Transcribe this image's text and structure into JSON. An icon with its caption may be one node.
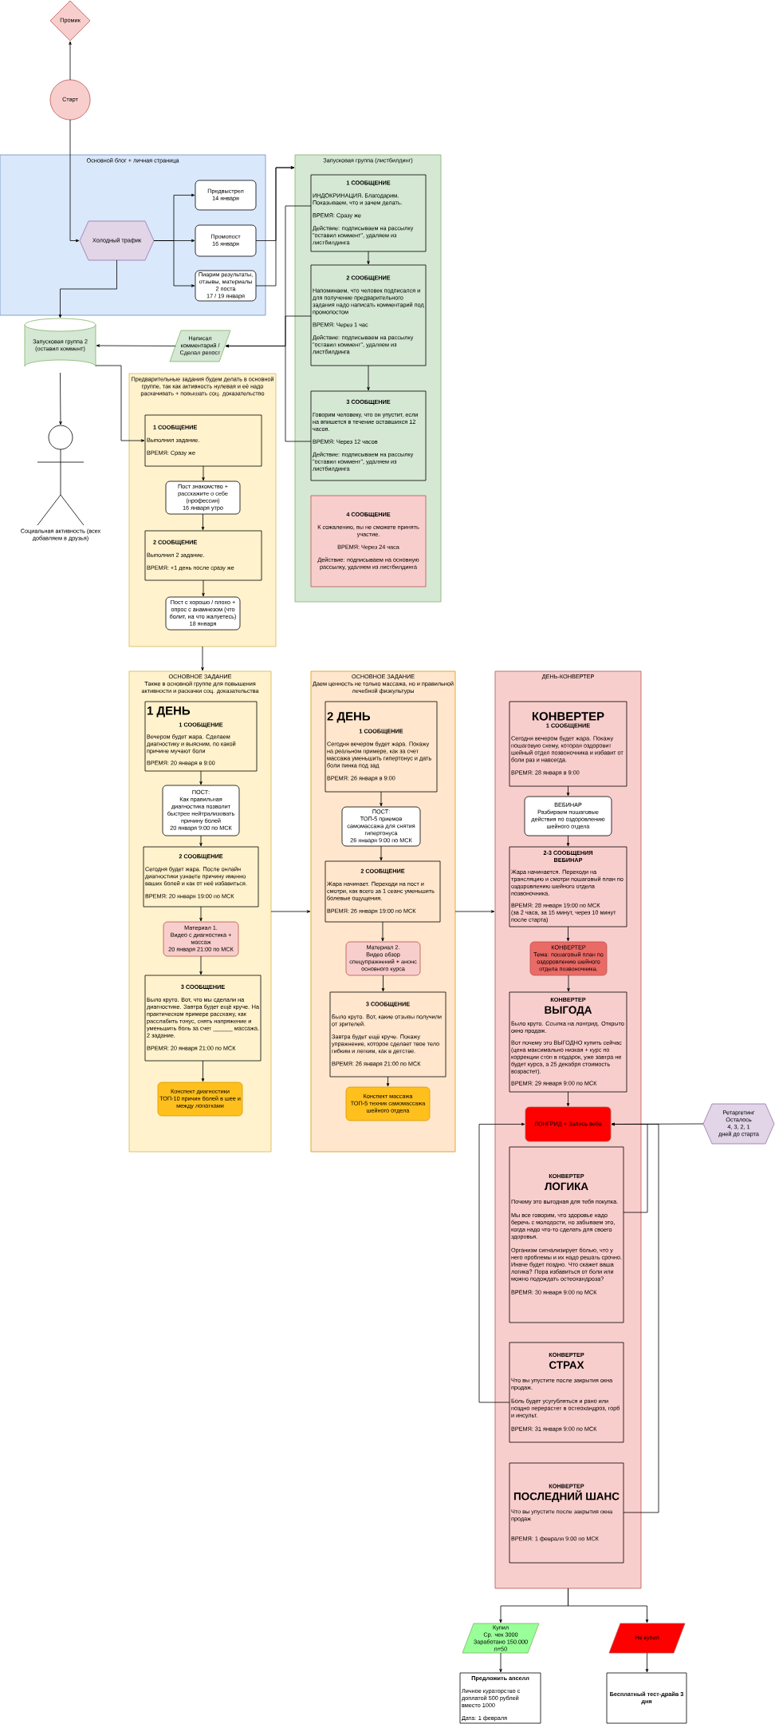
{
  "diagram": {
    "nodes": [
      {
        "text": [
          "Промик"
        ]
      },
      {
        "text": [
          "Старт"
        ]
      },
      {
        "text": [
          "Основной блог + личная страница"
        ]
      },
      {
        "text": [
          "Холодный трафик"
        ],
        "in": 2
      },
      {
        "text": [
          "Предвыстрел",
          "14 января"
        ],
        "in": 2
      },
      {
        "text": [
          "Промопост",
          "16 января"
        ],
        "in": 2
      },
      {
        "text": [
          "Пиарим результаты, отзывы, материалы",
          "2 поста",
          "17 / 19 января"
        ],
        "in": 2
      },
      {
        "text": [
          "Запусковая группа (листбилдинг)"
        ]
      },
      {
        "text": [
          "1 СООБЩЕНИЕ",
          "ИНДОКРИНАЦИЯ. Благодарим. Показываем, что и зачем делать.",
          "ВРЕМЯ: Сразу же",
          "Действие: подписываем на рассылку \"оставил коммент\", удаляем из листбилдинга"
        ],
        "in": 7
      },
      {
        "text": [
          "2 СООБЩЕНИЕ",
          "Напоминаем, что человек подписался и для получение предварительного задания надо написать комментарий под промопостом",
          "ВРЕМЯ: Через 1 час",
          "Действие: подписываем на рассылку \"оставил коммент\", удаляем из листбилдинга"
        ],
        "in": 7
      },
      {
        "text": [
          "3 СООБЩЕНИЕ",
          "Говорим человеку, что он упустит, если на впишется в течение оставшихся 12 часов.",
          "ВРЕМЯ: Через 12 часов",
          "Действие: подписываем на рассылку \"оставил коммент\", удаляем из листбилдинга"
        ],
        "in": 7
      },
      {
        "text": [
          "4 СООБЩЕНИЕ",
          "К сожалению, вы не сможете принять участие.",
          "ВРЕМЯ: Через 24 часа",
          "Действие: подписываем на основную рассылку, удаляем из листбилдинга"
        ],
        "in": 7
      },
      {
        "text": [
          "Запусковая группа 2 (оставил коммент)"
        ]
      },
      {
        "text": [
          "Написал комментарий / Сделал репост"
        ]
      },
      {
        "text": [
          "Социальная активность (всех добавляем в друзья)"
        ]
      },
      {
        "text": [
          "Предварительные задания будем делать в основной группе, так как активность нулевая и её надо раскачивать + повышать соц. доказательство"
        ]
      },
      {
        "text": [
          "1 СООБЩЕНИЕ",
          "Выполнил задание.",
          "ВРЕМЯ: Сразу же"
        ],
        "in": 15
      },
      {
        "text": [
          "Пост знакомство + расскажите о себе (профессия)",
          "16 января утро"
        ],
        "in": 15
      },
      {
        "text": [
          "2 СООБЩЕНИЕ",
          "Выполнил 2 задание.",
          "ВРЕМЯ: +1 день после сразу же"
        ],
        "in": 15
      },
      {
        "text": [
          "Пост с хорошо / плохо + опрос с анамнезом (что болит, на что жалуетесь)",
          "18 января"
        ],
        "in": 15
      },
      {
        "text": [
          "ОСНОВНОЕ ЗАДАНИЕ",
          "Также в основной группе для повышения активности и раскачки соц. доказательства"
        ]
      },
      {
        "text": [
          "1 ДЕНЬ",
          "1 СООБЩЕНИЕ",
          "Вечером будет жара. Сделаем диагностику и выясним, по какой причине мучают боли",
          "ВРЕМЯ: 20 января в 9:00"
        ],
        "in": 20
      },
      {
        "text": [
          "ПОСТ:",
          "Как правильная диагностика позволит быстрее нейтрализовать причину болей",
          "20 января 9:00 по МСК"
        ],
        "in": 20
      },
      {
        "text": [
          "2 СООБЩЕНИЕ",
          "Сегодня будет жара. После онлайн диагностики узнаете причину именно ваших болей и как от неё избавиться.",
          "ВРЕМЯ: 20 января 19:00 по МСК"
        ],
        "in": 20
      },
      {
        "text": [
          "Материал 1.",
          "Видео с диагностика + массаж",
          "20 января 21:00 по МСК"
        ],
        "in": 20
      },
      {
        "text": [
          "3 СООБЩЕНИЕ",
          "Было круто. Вот, что мы сделали на диагностике. Завтра будет ещё круче. На практическом примере расскажу, как расслабить тонус, снять напряжение и уменьшить боль за счет ______ массажа. 2 задание.",
          "ВРЕМЯ: 20 января 21:00 по МСК"
        ],
        "in": 20
      },
      {
        "text": [
          "Конспект диагностики",
          "ТОП-10 причин болей в шее и между лопатками"
        ],
        "in": 20
      },
      {
        "text": [
          "ОСНОВНОЕ ЗАДАНИЕ",
          "Даем ценность не только массажа, но и правильной лечебной физкультуры"
        ]
      },
      {
        "text": [
          "2 ДЕНЬ",
          "1 СООБЩЕНИЕ",
          "Сегодня вечером будет жара. Покажу на реальном примере, как за счет массажа уменьшить гипертонус и дать боли пинка под зад",
          "ВРЕМЯ: 26 января в 9:00"
        ],
        "in": 27
      },
      {
        "text": [
          "ПОСТ:",
          "ТОП-5 приемов самомассажа для снятия гипертонуса",
          "26 января 9:00 по МСК"
        ],
        "in": 27
      },
      {
        "text": [
          "2 СООБЩЕНИЕ",
          "Жара начинает. Переходи на пост и смотри, как всего за 1 сеанс уменьшить болевые ощущения.",
          "ВРЕМЯ: 26 января 19:00 по МСК"
        ],
        "in": 27
      },
      {
        "text": [
          "Материал 2.",
          "Видео обзор спецупражнений + анонс основного курса"
        ],
        "in": 27
      },
      {
        "text": [
          "3 СООБЩЕНИЕ",
          "Было круто. Вот, какие отзывы получили от зрителей.",
          "Завтра будет ещё круче. Покажу упражнение, которое сделает твое тело гибким и легким, как в детстве.",
          "ВРЕМЯ: 26 января 21:00 по МСК"
        ],
        "in": 27
      },
      {
        "text": [
          "Конспект массажа",
          "ТОП-5 техник самомассажа шейного отдела"
        ],
        "in": 27
      },
      {
        "text": [
          "ДЕНЬ-КОНВЕРТЕР"
        ]
      },
      {
        "text": [
          "КОНВЕРТЕР",
          "1 СООБЩЕНИЕ",
          "Сегодня вечером будет жара. Покажу пошаговую схему, которая оздоровит шейный отдел позвоночника и избавит от боли раз и навсегда.",
          "ВРЕМЯ: 28 января в 9:00"
        ],
        "in": 34
      },
      {
        "text": [
          "ВЕБИНАР",
          "Разбираем пошаговые действия по оздоровлению шейного отдела"
        ],
        "in": 34
      },
      {
        "text": [
          "2-3 СООБЩЕНИЯ",
          "ВЕБИНАР",
          "Жара начинается. Переходи на трансляцию и смотри пошаговый план по оздоровлению шейного отдела позвоночника.",
          "ВРЕМЯ: 28 января 19:00 по МСК",
          "(за 2 часа, за 15 минут, через 10 минут после старта)"
        ],
        "in": 34
      },
      {
        "text": [
          "КОНВЕРТЕР",
          "Тема: пошаговый план по оздоровлению шейного отдела позвоночника."
        ],
        "in": 34
      },
      {
        "text": [
          "КОНВЕРТЕР",
          "ВЫГОДА",
          "Было круто. Ссылка на лонгрид. Открыто окно продаж.",
          "Вот почему это ВЫГОДНО купить сейчас (цена максимально низкая + курс по коррекции стоп в подарок, уже завтра не будет курса, а 25 декабря стоимость возрастет).",
          "ВРЕМЯ: 29 января 9:00 по МСК"
        ],
        "in": 34
      },
      {
        "text": [
          "ЛОНГРИД + Запись веба"
        ],
        "in": 34
      },
      {
        "text": [
          "КОНВЕРТЕР",
          "ЛОГИКА",
          "Почему это выгодная для тебя покупка.",
          "Мы все говорим, что здоровье надо беречь с молодости, но забываем это, когда надо что-то сделать для своего здоровья.",
          "Организм сигнализирует болью, что у него проблемы и их надо решать срочно. Иначе будет поздно. Что скажет ваша логика? Пора избавиться от боли или можно подождать остеохандроза?",
          "ВРЕМЯ: 30 января 9:00 по МСК"
        ],
        "in": 34
      },
      {
        "text": [
          "КОНВЕРТЕР",
          "СТРАХ",
          "Что вы упустите после закрытия окна продаж.",
          "Боль будет усугубляться и рано или поздно перерастет в остеохандроз, горб и инсульт.",
          "ВРЕМЯ: 31 января 9:00 по МСК"
        ],
        "in": 34
      },
      {
        "text": [
          "КОНВЕРТЕР",
          "ПОСЛЕДНИЙ ШАНС",
          "Что вы упустите после закрытия окна продаж",
          "ВРЕМЯ: 1 февраля 9:00 по МСК"
        ],
        "in": 34
      },
      {
        "text": [
          "Ретаргетинг",
          "Осталось",
          "4, 3, 2, 1",
          "дней до старта"
        ]
      },
      {
        "text": [
          "Купил",
          "Ср. чек 3000",
          "Заработано 150.000",
          "n=50"
        ]
      },
      {
        "text": [
          "Не купил"
        ]
      },
      {
        "text": [
          "Предложить апселл",
          "Личное кураторство с доплатой 500 рублей вместо 1000",
          "Дата: 1 февраля"
        ]
      },
      {
        "text": [
          "Бесплатный тест-драйв 3 дня"
        ]
      }
    ],
    "edges": [
      {
        "from": 1,
        "to": 0,
        "arrow": "to"
      },
      {
        "from": 1,
        "to": 3,
        "arrow": "to"
      },
      {
        "from": 3,
        "to": 4,
        "arrow": "to"
      },
      {
        "from": 3,
        "to": 5,
        "arrow": "to"
      },
      {
        "from": 3,
        "to": 6,
        "arrow": "to"
      },
      {
        "from": 3,
        "to": 12,
        "arrow": "to"
      },
      {
        "from": 5,
        "to": 7,
        "arrow": "to"
      },
      {
        "from": 6,
        "to": 7,
        "arrow": "to"
      },
      {
        "from": 8,
        "to": 9,
        "arrow": "to"
      },
      {
        "from": 9,
        "to": 10,
        "arrow": "to"
      },
      {
        "from": 8,
        "to": 13,
        "arrow": "to"
      },
      {
        "from": 9,
        "to": 13,
        "arrow": "to"
      },
      {
        "from": 10,
        "to": 13,
        "arrow": "to"
      },
      {
        "from": 13,
        "to": 12,
        "arrow": "to"
      },
      {
        "from": 12,
        "to": 14,
        "arrow": "to"
      },
      {
        "from": 12,
        "to": 16,
        "arrow": "to"
      },
      {
        "from": 16,
        "to": 17,
        "arrow": "to"
      },
      {
        "from": 17,
        "to": 18,
        "arrow": "to"
      },
      {
        "from": 18,
        "to": 19,
        "arrow": "to"
      },
      {
        "from": 15,
        "to": 20,
        "arrow": "to"
      },
      {
        "from": 20,
        "to": 27,
        "arrow": "to"
      },
      {
        "from": 27,
        "to": 34,
        "arrow": "to"
      },
      {
        "from": 21,
        "to": 22,
        "arrow": "to"
      },
      {
        "from": 22,
        "to": 23,
        "arrow": "to"
      },
      {
        "from": 23,
        "to": 24,
        "arrow": "to"
      },
      {
        "from": 24,
        "to": 25,
        "arrow": "to"
      },
      {
        "from": 25,
        "to": 26,
        "arrow": "to"
      },
      {
        "from": 28,
        "to": 29,
        "arrow": "to"
      },
      {
        "from": 29,
        "to": 30,
        "arrow": "to"
      },
      {
        "from": 30,
        "to": 31,
        "arrow": "to"
      },
      {
        "from": 31,
        "to": 32,
        "arrow": "to"
      },
      {
        "from": 32,
        "to": 33,
        "arrow": "to"
      },
      {
        "from": 35,
        "to": 36,
        "arrow": "to"
      },
      {
        "from": 36,
        "to": 37,
        "arrow": "to"
      },
      {
        "from": 37,
        "to": 38,
        "arrow": "to"
      },
      {
        "from": 38,
        "to": 39,
        "arrow": "to"
      },
      {
        "from": 39,
        "to": 40,
        "arrow": "to"
      },
      {
        "from": 41,
        "to": 40,
        "arrow": "to"
      },
      {
        "from": 42,
        "to": 40,
        "arrow": "to"
      },
      {
        "from": 43,
        "to": 40,
        "arrow": "to"
      },
      {
        "from": 44,
        "to": 40,
        "arrow": "to"
      },
      {
        "from": 34,
        "to": 45,
        "arrow": "to"
      },
      {
        "from": 34,
        "to": 46,
        "arrow": "to"
      },
      {
        "from": 45,
        "to": 47,
        "arrow": "to"
      },
      {
        "from": 46,
        "to": 48,
        "arrow": "to"
      }
    ]
  }
}
